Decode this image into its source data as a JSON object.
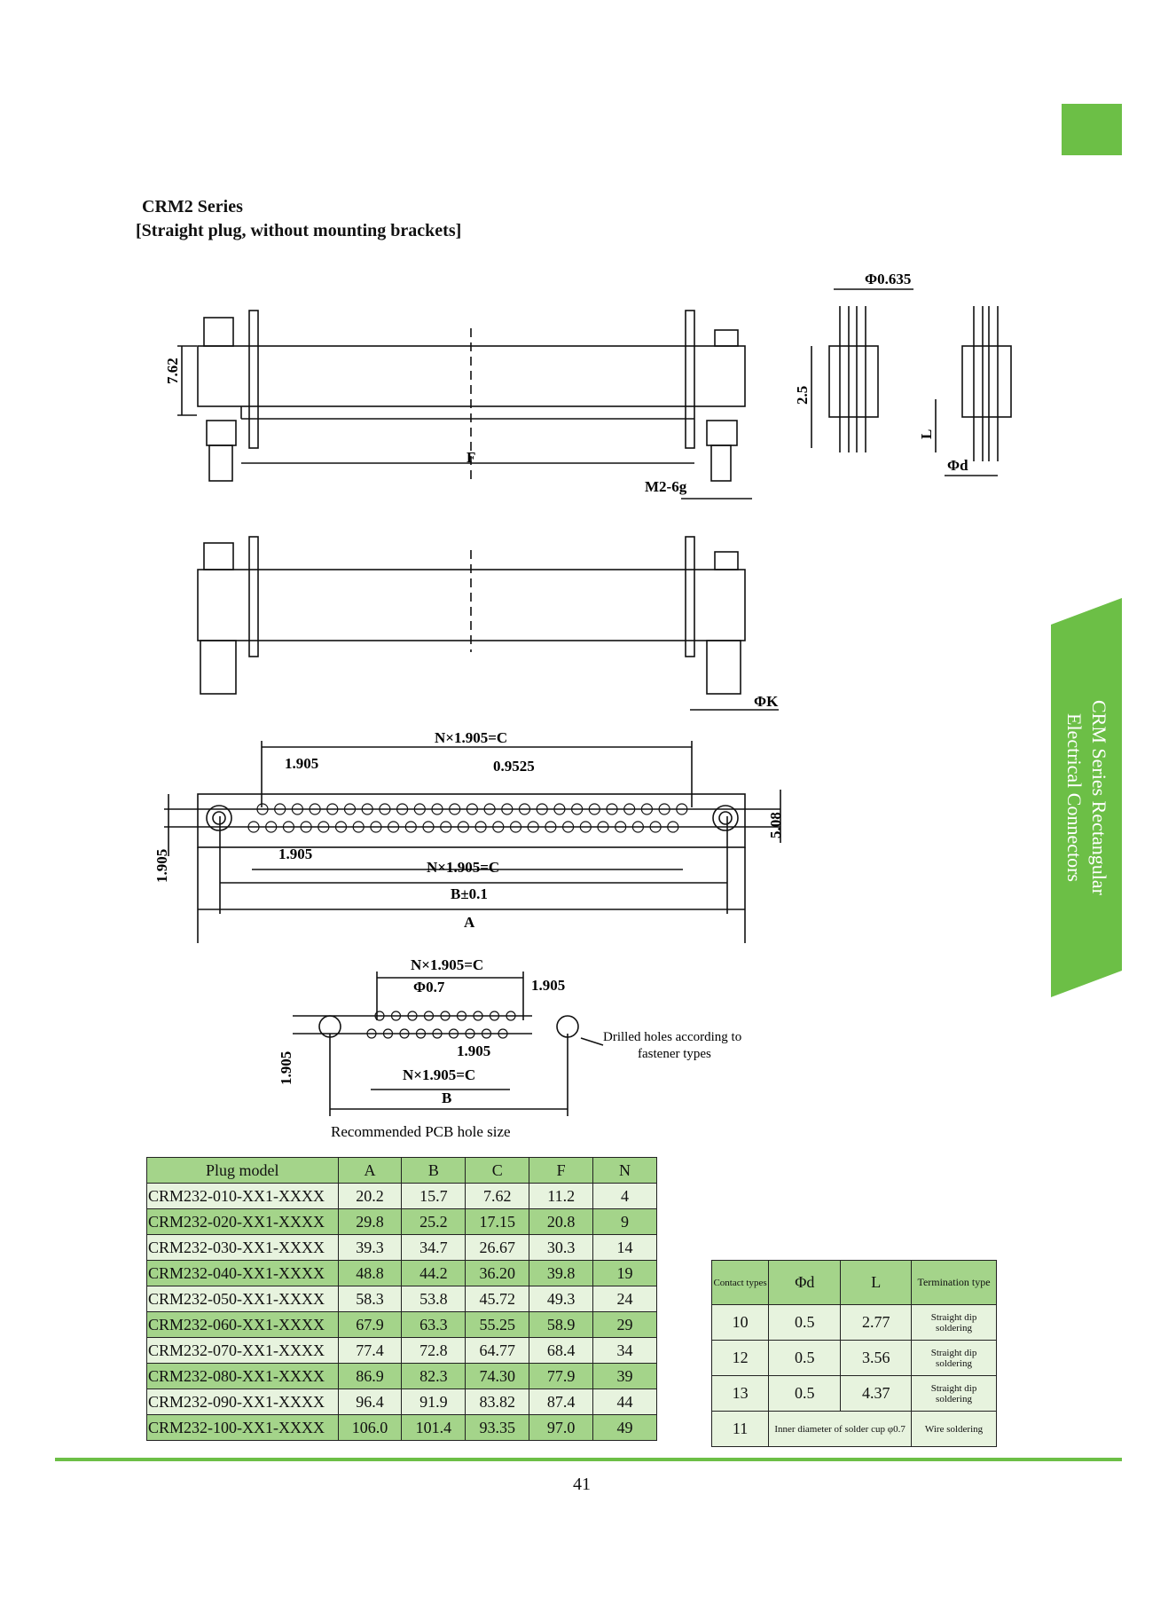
{
  "header": {
    "series_title": "CRM2 Series",
    "series_subtitle": "[Straight plug, without mounting brackets]"
  },
  "side_tab": {
    "line1": "CRM Series Rectangular",
    "line2": "Electrical Connectors",
    "color": "#6cbf46"
  },
  "drawing": {
    "dim_phi_0635": "Φ0.635",
    "dim_762": "7.62",
    "dim_F": "F",
    "dim_M2": "M2-6g",
    "dim_25": "2.5",
    "dim_L": "L",
    "dim_phid": "Φd",
    "dim_phiK": "ΦK",
    "dim_nc_top": "N×1.905=C",
    "dim_1905_top": "1.905",
    "dim_09525": "0.9525",
    "dim_508": "5.08",
    "dim_1905_left": "1.905",
    "dim_1905_bottom": "1.905",
    "dim_nc_bottom": "N×1.905=C",
    "dim_B01": "B±0.1",
    "dim_A": "A",
    "pcb_nc_top": "N×1.905=C",
    "pcb_phi07": "Φ0.7",
    "pcb_1905_right": "1.905",
    "pcb_1905_mid": "1.905",
    "pcb_1905_left": "1.905",
    "pcb_nc_bottom": "N×1.905=C",
    "pcb_B": "B",
    "pcb_note_line1": "Drilled holes according to",
    "pcb_note_line2": "fastener types",
    "pcb_caption": "Recommended PCB hole size"
  },
  "plug_table": {
    "headers": [
      "Plug model",
      "A",
      "B",
      "C",
      "F",
      "N"
    ],
    "rows": [
      [
        "CRM232-010-XX1-XXXX",
        "20.2",
        "15.7",
        "7.62",
        "11.2",
        "4"
      ],
      [
        "CRM232-020-XX1-XXXX",
        "29.8",
        "25.2",
        "17.15",
        "20.8",
        "9"
      ],
      [
        "CRM232-030-XX1-XXXX",
        "39.3",
        "34.7",
        "26.67",
        "30.3",
        "14"
      ],
      [
        "CRM232-040-XX1-XXXX",
        "48.8",
        "44.2",
        "36.20",
        "39.8",
        "19"
      ],
      [
        "CRM232-050-XX1-XXXX",
        "58.3",
        "53.8",
        "45.72",
        "49.3",
        "24"
      ],
      [
        "CRM232-060-XX1-XXXX",
        "67.9",
        "63.3",
        "55.25",
        "58.9",
        "29"
      ],
      [
        "CRM232-070-XX1-XXXX",
        "77.4",
        "72.8",
        "64.77",
        "68.4",
        "34"
      ],
      [
        "CRM232-080-XX1-XXXX",
        "86.9",
        "82.3",
        "74.30",
        "77.9",
        "39"
      ],
      [
        "CRM232-090-XX1-XXXX",
        "96.4",
        "91.9",
        "83.82",
        "87.4",
        "44"
      ],
      [
        "CRM232-100-XX1-XXXX",
        "106.0",
        "101.4",
        "93.35",
        "97.0",
        "49"
      ]
    ]
  },
  "contact_table": {
    "headers": [
      "Contact types",
      "Φd",
      "L",
      "Termination type"
    ],
    "rows": [
      [
        "10",
        "0.5",
        "2.77",
        "Straight dip soldering"
      ],
      [
        "12",
        "0.5",
        "3.56",
        "Straight dip soldering"
      ],
      [
        "13",
        "0.5",
        "4.37",
        "Straight dip soldering"
      ],
      [
        "11",
        "Inner diameter of solder cup φ0.7",
        "",
        "Wire soldering"
      ]
    ]
  },
  "footer": {
    "page_number": "41",
    "rule_color": "#6cbf46"
  }
}
